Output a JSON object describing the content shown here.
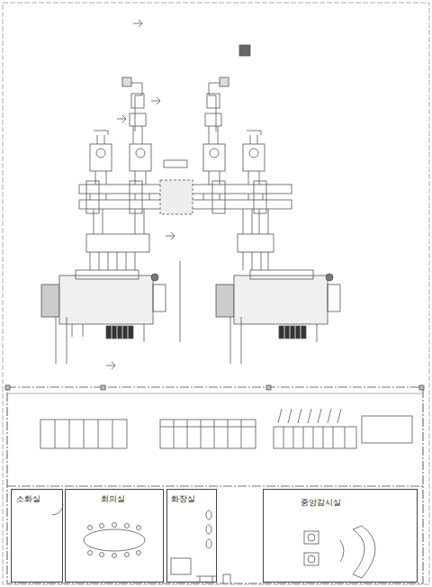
{
  "diagram": {
    "nodes": [
      {
        "text": [
          "소화실"
        ]
      },
      {
        "text": [
          "회의실"
        ]
      },
      {
        "text": [
          "화장실"
        ]
      },
      {
        "text": [
          "중앙감시실"
        ]
      }
    ]
  }
}
